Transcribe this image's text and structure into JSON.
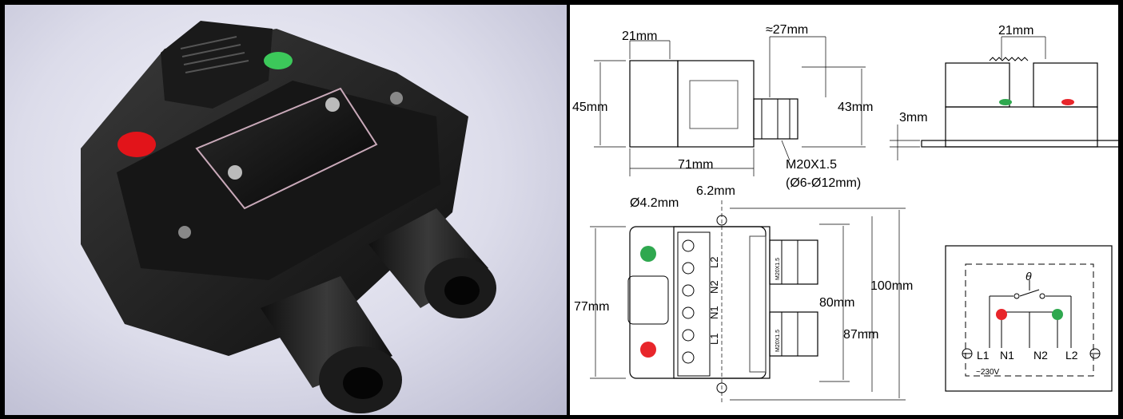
{
  "photo": {
    "alt": "Black plastic junction box with red and green indicator lights and two cable glands"
  },
  "side_view": {
    "width_top": "21mm",
    "gland_length": "≈27mm",
    "height_left": "45mm",
    "height_right": "43mm",
    "length_bottom": "71mm",
    "thread": "M20X1.5",
    "cable_range": "(Ø6-Ø12mm)"
  },
  "end_view": {
    "width_top": "21mm",
    "flange": "3mm"
  },
  "top_view": {
    "hole": "Ø4.2mm",
    "hole_spacing": "6.2mm",
    "height_left": "77mm",
    "height_inner": "80mm",
    "height_outer": "100mm",
    "height_lower": "87mm",
    "terminals": [
      "L2",
      "N2",
      "N1",
      "L1"
    ],
    "gland_mark": "M20X1.5"
  },
  "schematic": {
    "theta": "θ",
    "terminals": [
      "L1",
      "N1",
      "N2",
      "L2"
    ],
    "voltage": "~230V",
    "colors": {
      "red": "#e8262b",
      "green": "#2fa84f"
    }
  }
}
